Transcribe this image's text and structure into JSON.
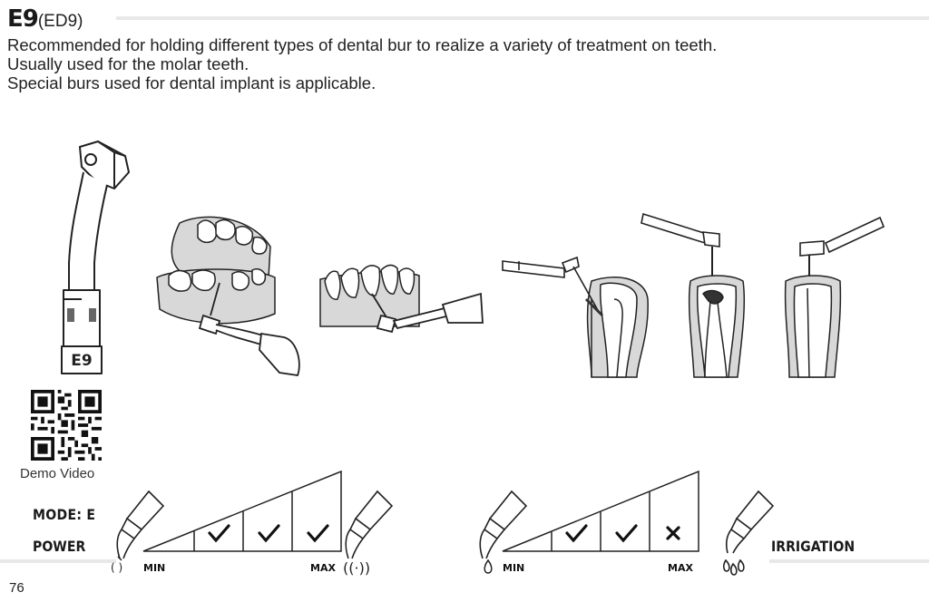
{
  "header": {
    "model": "E9",
    "code": "(ED9)"
  },
  "description": [
    "Recommended for holding different types of dental bur to realize a variety of treatment on teeth.",
    "Usually used for the molar teeth.",
    "Special burs used for dental implant is applicable."
  ],
  "tip": {
    "label": "E9"
  },
  "qr": {
    "label": "Demo Video"
  },
  "mode": {
    "label": "MODE: E"
  },
  "power": {
    "label": "POWER",
    "min_label": "MIN",
    "max_label": "MAX",
    "levels": [
      "check",
      "check",
      "check"
    ]
  },
  "irrigation": {
    "label": "IRRIGATION",
    "min_label": "MIN",
    "max_label": "MAX",
    "levels": [
      "check",
      "check",
      "cross"
    ]
  },
  "footer": {
    "page_number": "76"
  }
}
